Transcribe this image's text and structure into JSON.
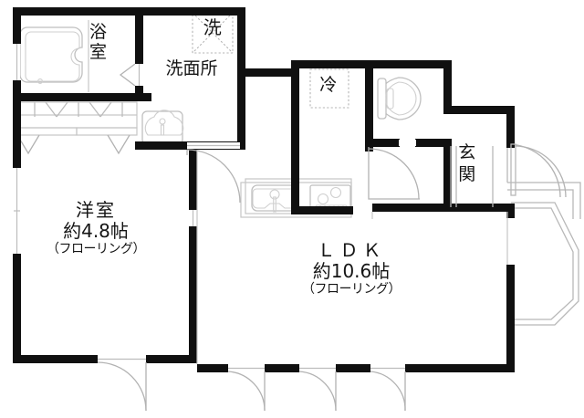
{
  "plan": {
    "title": "間取り図",
    "type": "1LDK floor plan",
    "rooms": [
      {
        "id": "yokushitsu",
        "name": "浴室",
        "english": "bathroom",
        "fixtures": [
          "bathtub",
          "window"
        ]
      },
      {
        "id": "senmenjo",
        "name": "洗面所",
        "english": "washroom / vanity area",
        "fixtures": [
          "washing-machine-space",
          "vanity-sink",
          "door"
        ]
      },
      {
        "id": "washing_machine",
        "name": "洗",
        "english": "washing machine space"
      },
      {
        "id": "yoshitsu",
        "name": "洋室",
        "english": "western-style room",
        "size": "約4.8帖",
        "flooring": "（フローリング）",
        "fixtures": [
          "closet",
          "window",
          "door"
        ]
      },
      {
        "id": "ldk",
        "name": "ＬＤＫ",
        "english": "living dining kitchen",
        "size": "約10.6帖",
        "flooring": "（フローリング）",
        "fixtures": [
          "kitchen-sink",
          "gas-stove",
          "refrigerator-space",
          "bay-window",
          "balcony-doors"
        ]
      },
      {
        "id": "refrigerator",
        "name": "冷",
        "english": "refrigerator space"
      },
      {
        "id": "toilet",
        "name": "",
        "english": "toilet / WC",
        "fixtures": [
          "western-toilet",
          "door"
        ]
      },
      {
        "id": "genkan",
        "name": "玄関",
        "english": "entrance",
        "fixtures": [
          "entry-door",
          "shoe-area"
        ]
      }
    ]
  },
  "labels": {
    "yokushitsu": "浴\n室",
    "yokushitsu_l1": "浴",
    "yokushitsu_l2": "室",
    "senmenjo": "洗面所",
    "sen": "洗",
    "rei": "冷",
    "genkan_l1": "玄",
    "genkan_l2": "関",
    "yoshitsu_name": "洋室",
    "yoshitsu_size": "約4.8帖",
    "yoshitsu_flooring": "（フローリング）",
    "ldk_name": "ＬＤＫ",
    "ldk_size": "約10.6帖",
    "ldk_flooring": "（フローリング）"
  },
  "colors": {
    "wall": "#101010",
    "background": "#ffffff",
    "fixture_stroke": "#bfbfbf",
    "swing_stroke": "#b2b2b2",
    "text": "#151515"
  }
}
